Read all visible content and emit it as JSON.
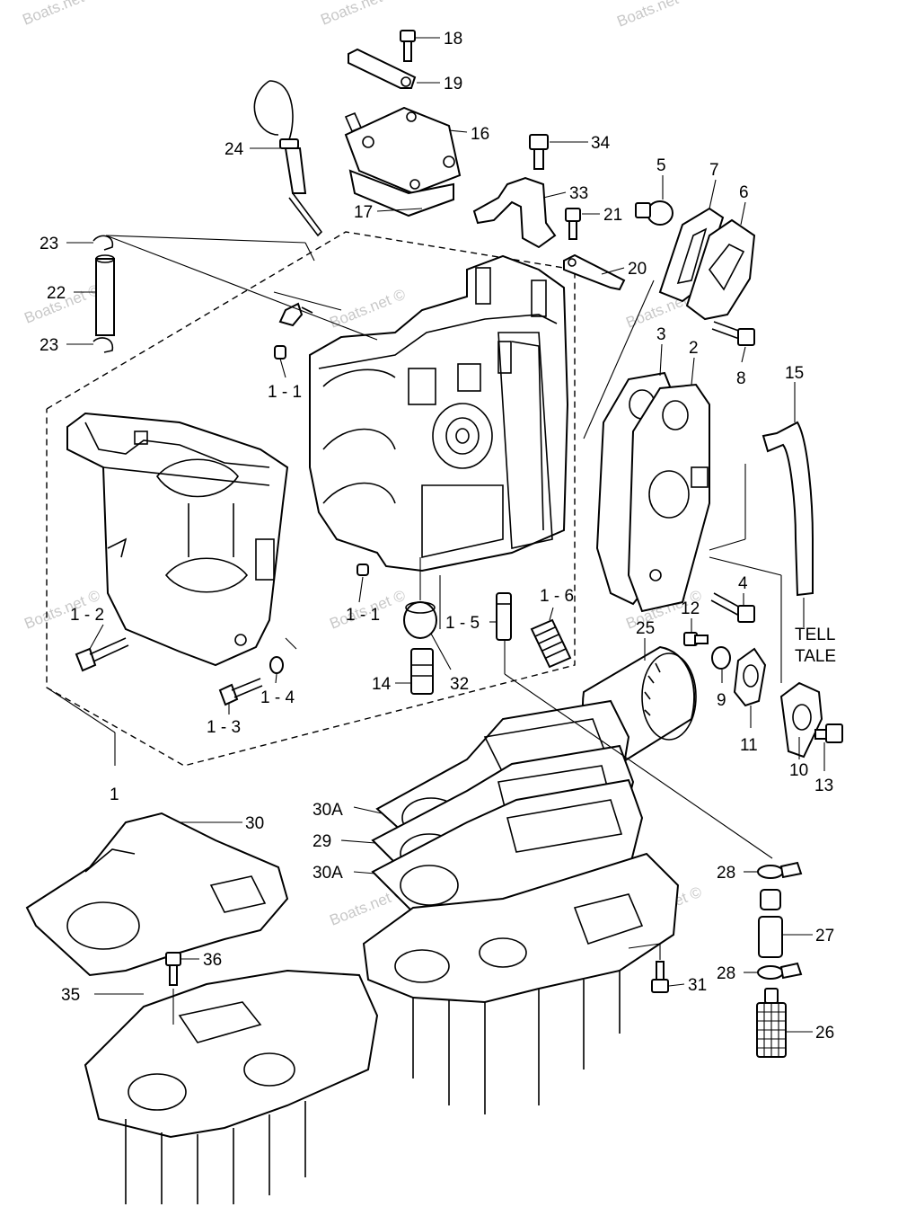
{
  "watermark": "Boats.net ©",
  "note": {
    "line1": "TELL",
    "line2": "TALE"
  },
  "callouts": {
    "c1": "1",
    "c1_1a": "1 - 1",
    "c1_1b": "1 - 1",
    "c1_2": "1 - 2",
    "c1_3": "1 - 3",
    "c1_4": "1 - 4",
    "c1_5": "1 - 5",
    "c1_6": "1 - 6",
    "c2": "2",
    "c3": "3",
    "c4": "4",
    "c5": "5",
    "c6": "6",
    "c7": "7",
    "c8": "8",
    "c9": "9",
    "c10": "10",
    "c11": "11",
    "c12": "12",
    "c13": "13",
    "c14": "14",
    "c15": "15",
    "c16": "16",
    "c17": "17",
    "c18": "18",
    "c19": "19",
    "c20": "20",
    "c21": "21",
    "c22": "22",
    "c23a": "23",
    "c23b": "23",
    "c24": "24",
    "c25": "25",
    "c26": "26",
    "c27": "27",
    "c28a": "28",
    "c28b": "28",
    "c29": "29",
    "c30": "30",
    "c30Aa": "30A",
    "c30Ab": "30A",
    "c31": "31",
    "c32": "32",
    "c33": "33",
    "c34": "34",
    "c35": "35",
    "c36": "36"
  }
}
